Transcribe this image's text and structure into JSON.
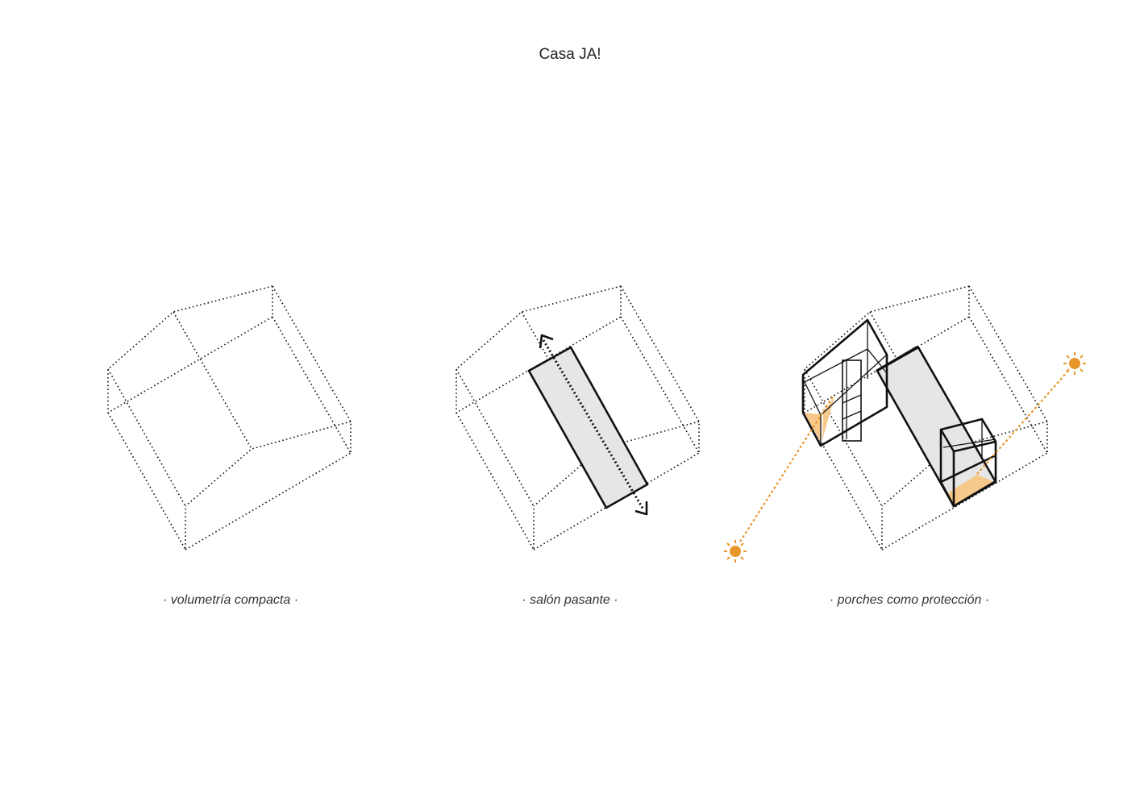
{
  "title": "Casa JA!",
  "captions": [
    "· volumetría compacta ·",
    "· salón pasante ·",
    "· porches como protección ·"
  ],
  "colors": {
    "sun": "#E8962A",
    "shadow": "#F6C98A",
    "salon": "#E6E6E6",
    "line": "#111111"
  },
  "icons": [
    "sun-icon",
    "sun-icon",
    "double-arrow-icon"
  ]
}
